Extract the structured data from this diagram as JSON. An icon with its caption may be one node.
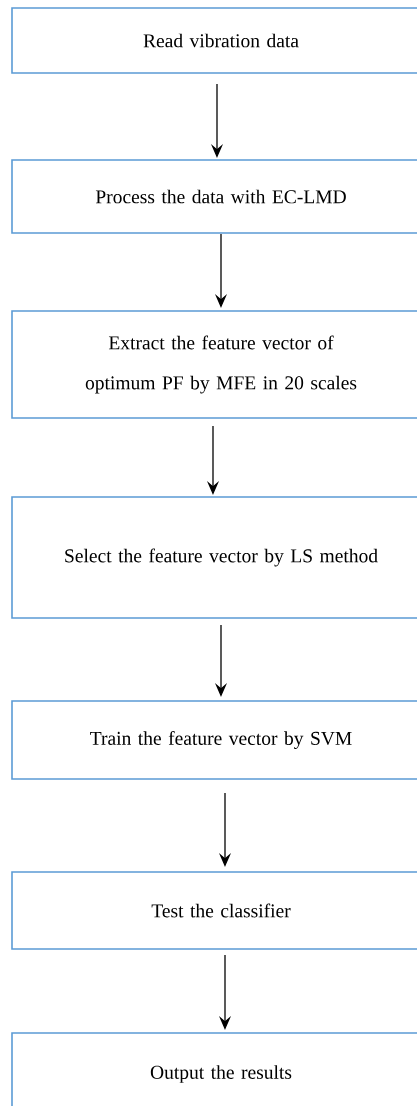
{
  "diagram": {
    "nodes": [
      {
        "text": [
          "Read vibration data"
        ]
      },
      {
        "text": [
          "Process the data with EC-LMD"
        ]
      },
      {
        "text": [
          "Extract the feature vector of optimum PF by MFE in 20 scales"
        ]
      },
      {
        "text": [
          "Select the feature vector by LS method"
        ]
      },
      {
        "text": [
          "Train the feature vector by SVM"
        ]
      },
      {
        "text": [
          "Test the classifier"
        ]
      },
      {
        "text": [
          "Output the results"
        ]
      }
    ],
    "edges": [
      {
        "from": 0,
        "to": 1,
        "arrow": "to"
      },
      {
        "from": 1,
        "to": 2,
        "arrow": "to"
      },
      {
        "from": 2,
        "to": 3,
        "arrow": "to"
      },
      {
        "from": 3,
        "to": 4,
        "arrow": "to"
      },
      {
        "from": 4,
        "to": 5,
        "arrow": "to"
      },
      {
        "from": 5,
        "to": 6,
        "arrow": "to"
      }
    ]
  }
}
